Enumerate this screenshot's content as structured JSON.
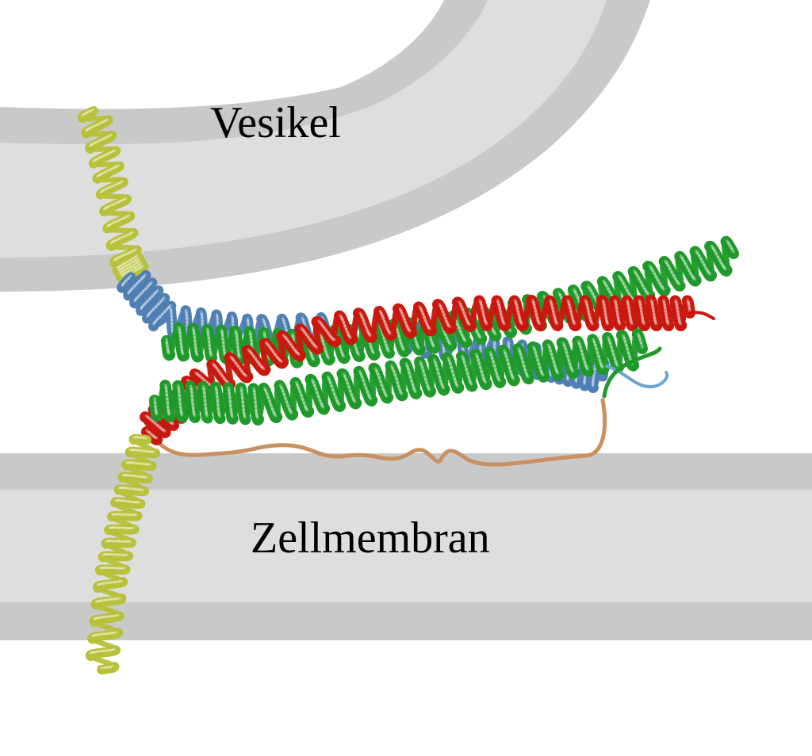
{
  "labels": {
    "vesicle": "Vesikel",
    "membrane": "Zellmembran"
  },
  "colors": {
    "membrane_outer": "#c9c9c9",
    "membrane_inner": "#dedede",
    "helix_yellow_green": "#b7c23a",
    "helix_blue": "#4f7fb3",
    "helix_red": "#c8190f",
    "helix_green": "#1f9a2a",
    "linker_brown": "#c99060",
    "tail_lightblue": "#6aa6d2"
  },
  "structures": [
    {
      "name": "vesicle-membrane",
      "type": "membrane"
    },
    {
      "name": "cell-membrane",
      "type": "membrane"
    },
    {
      "name": "synaptobrevin-helix",
      "color": "helix_yellow_green"
    },
    {
      "name": "blue-helix",
      "color": "helix_blue"
    },
    {
      "name": "red-helix",
      "color": "helix_red"
    },
    {
      "name": "green-helix-upper",
      "color": "helix_green"
    },
    {
      "name": "green-helix-lower",
      "color": "helix_green"
    },
    {
      "name": "membrane-anchor-helix",
      "color": "helix_yellow_green"
    },
    {
      "name": "linker-loop",
      "color": "linker_brown"
    }
  ]
}
